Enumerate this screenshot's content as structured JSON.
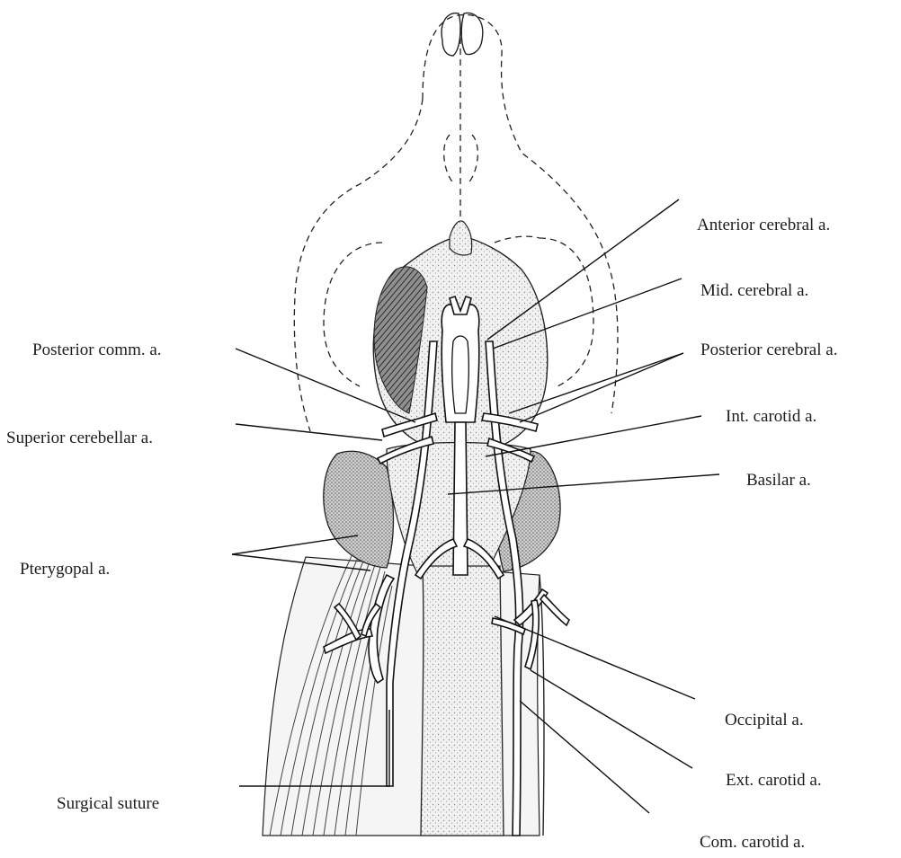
{
  "labels": {
    "anterior_cerebral": "Anterior cerebral a.",
    "mid_cerebral": "Mid. cerebral a.",
    "posterior_cerebral": "Posterior cerebral a.",
    "int_carotid": "Int. carotid a.",
    "basilar": "Basilar a.",
    "posterior_comm": "Posterior comm. a.",
    "superior_cerebellar": "Superior cerebellar a.",
    "pterygopal": "Pterygopal a.",
    "occipital": "Occipital a.",
    "ext_carotid": "Ext. carotid a.",
    "com_carotid": "Com. carotid a.",
    "surgical_suture": "Surgical suture"
  }
}
